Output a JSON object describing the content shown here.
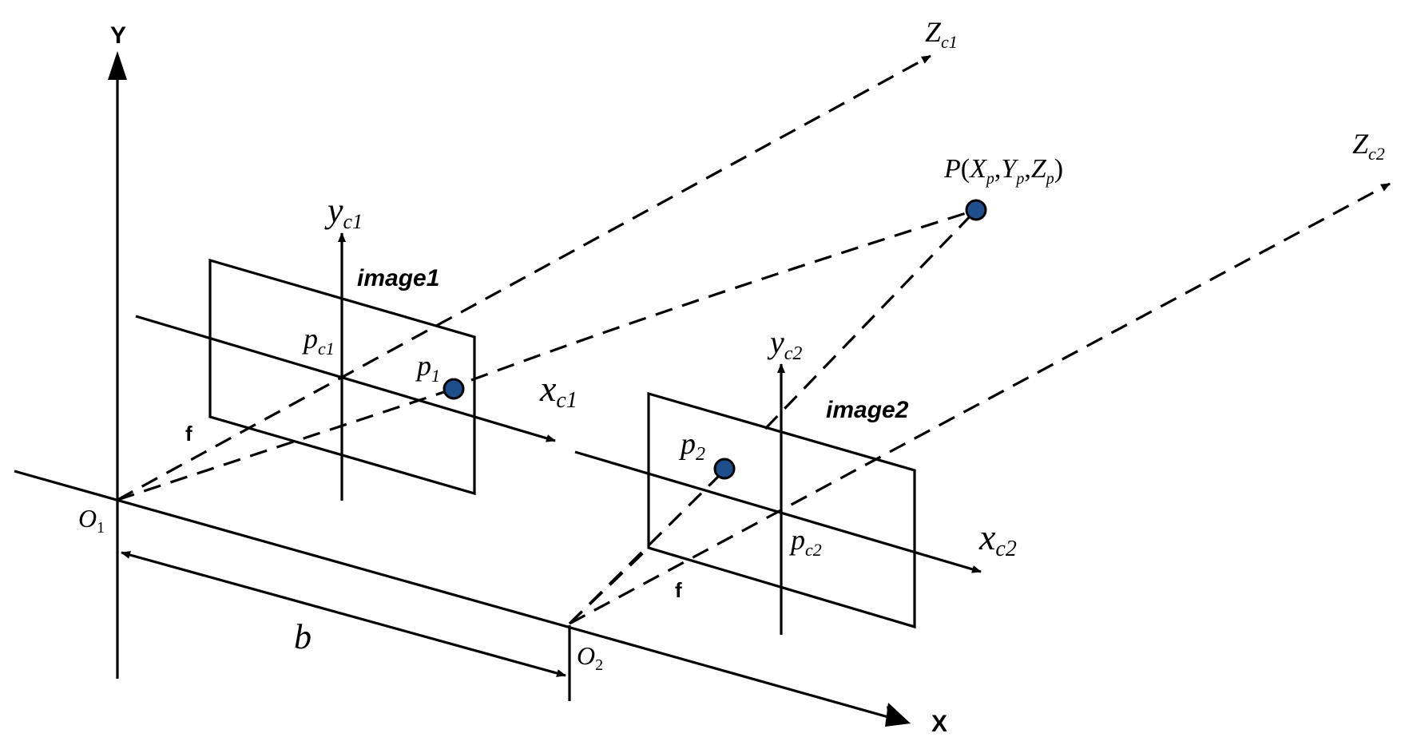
{
  "diagram": {
    "colors": {
      "line": "#000000",
      "point_fill": "#1f4e8c",
      "background": "#ffffff"
    },
    "world_axes": {
      "y_label": "Y",
      "x_label": "X"
    },
    "camera1": {
      "optical_axis": {
        "main": "Z",
        "sub": "c1"
      },
      "x_axis": {
        "main": "x",
        "sub": "c1"
      },
      "y_axis": {
        "main": "y",
        "sub": "c1"
      },
      "plane_label": "image1",
      "principal_point": {
        "main": "p",
        "sub": "c1"
      },
      "image_point": {
        "main": "p",
        "sub": "1"
      },
      "origin": {
        "main": "O",
        "sub": "1"
      },
      "focal_label": "f"
    },
    "camera2": {
      "optical_axis": {
        "main": "Z",
        "sub": "c2"
      },
      "x_axis": {
        "main": "x",
        "sub": "c2"
      },
      "y_axis": {
        "main": "y",
        "sub": "c2"
      },
      "plane_label": "image2",
      "principal_point": {
        "main": "p",
        "sub": "c2"
      },
      "image_point": {
        "main": "p",
        "sub": "2"
      },
      "origin": {
        "main": "O",
        "sub": "2"
      },
      "focal_label": "f"
    },
    "baseline_label": "b",
    "world_point": {
      "name": "P",
      "coords": [
        {
          "main": "X",
          "sub": "p"
        },
        {
          "main": "Y",
          "sub": "p"
        },
        {
          "main": "Z",
          "sub": "p"
        }
      ]
    }
  }
}
